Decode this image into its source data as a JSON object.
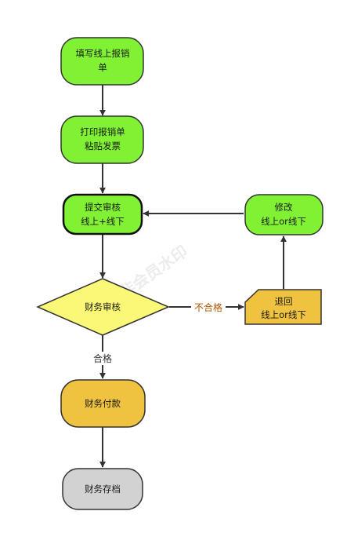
{
  "watermark": "非会员水印",
  "colors": {
    "green": "#80f233",
    "yellow": "#fbf777",
    "orange": "#efc23f",
    "gray": "#d2d2d2",
    "stroke": "#333333",
    "edge_label_orange": "#b15500",
    "edge_label_dark": "#333333"
  },
  "nodes": {
    "fill_form": {
      "lines": [
        "填写线上报销",
        "单"
      ]
    },
    "print_form": {
      "lines": [
        "打印报销单",
        "粘贴发票"
      ]
    },
    "submit_review": {
      "lines": [
        "提交审核",
        "线上+线下"
      ]
    },
    "modify": {
      "lines": [
        "修改",
        "线上or线下"
      ]
    },
    "finance_review": {
      "lines": [
        "财务审核"
      ]
    },
    "return": {
      "lines": [
        "退回",
        "线上or线下"
      ]
    },
    "finance_payment": {
      "lines": [
        "财务付款"
      ]
    },
    "finance_archive": {
      "lines": [
        "财务存档"
      ]
    }
  },
  "edges": {
    "unqualified": "不合格",
    "qualified": "合格"
  }
}
